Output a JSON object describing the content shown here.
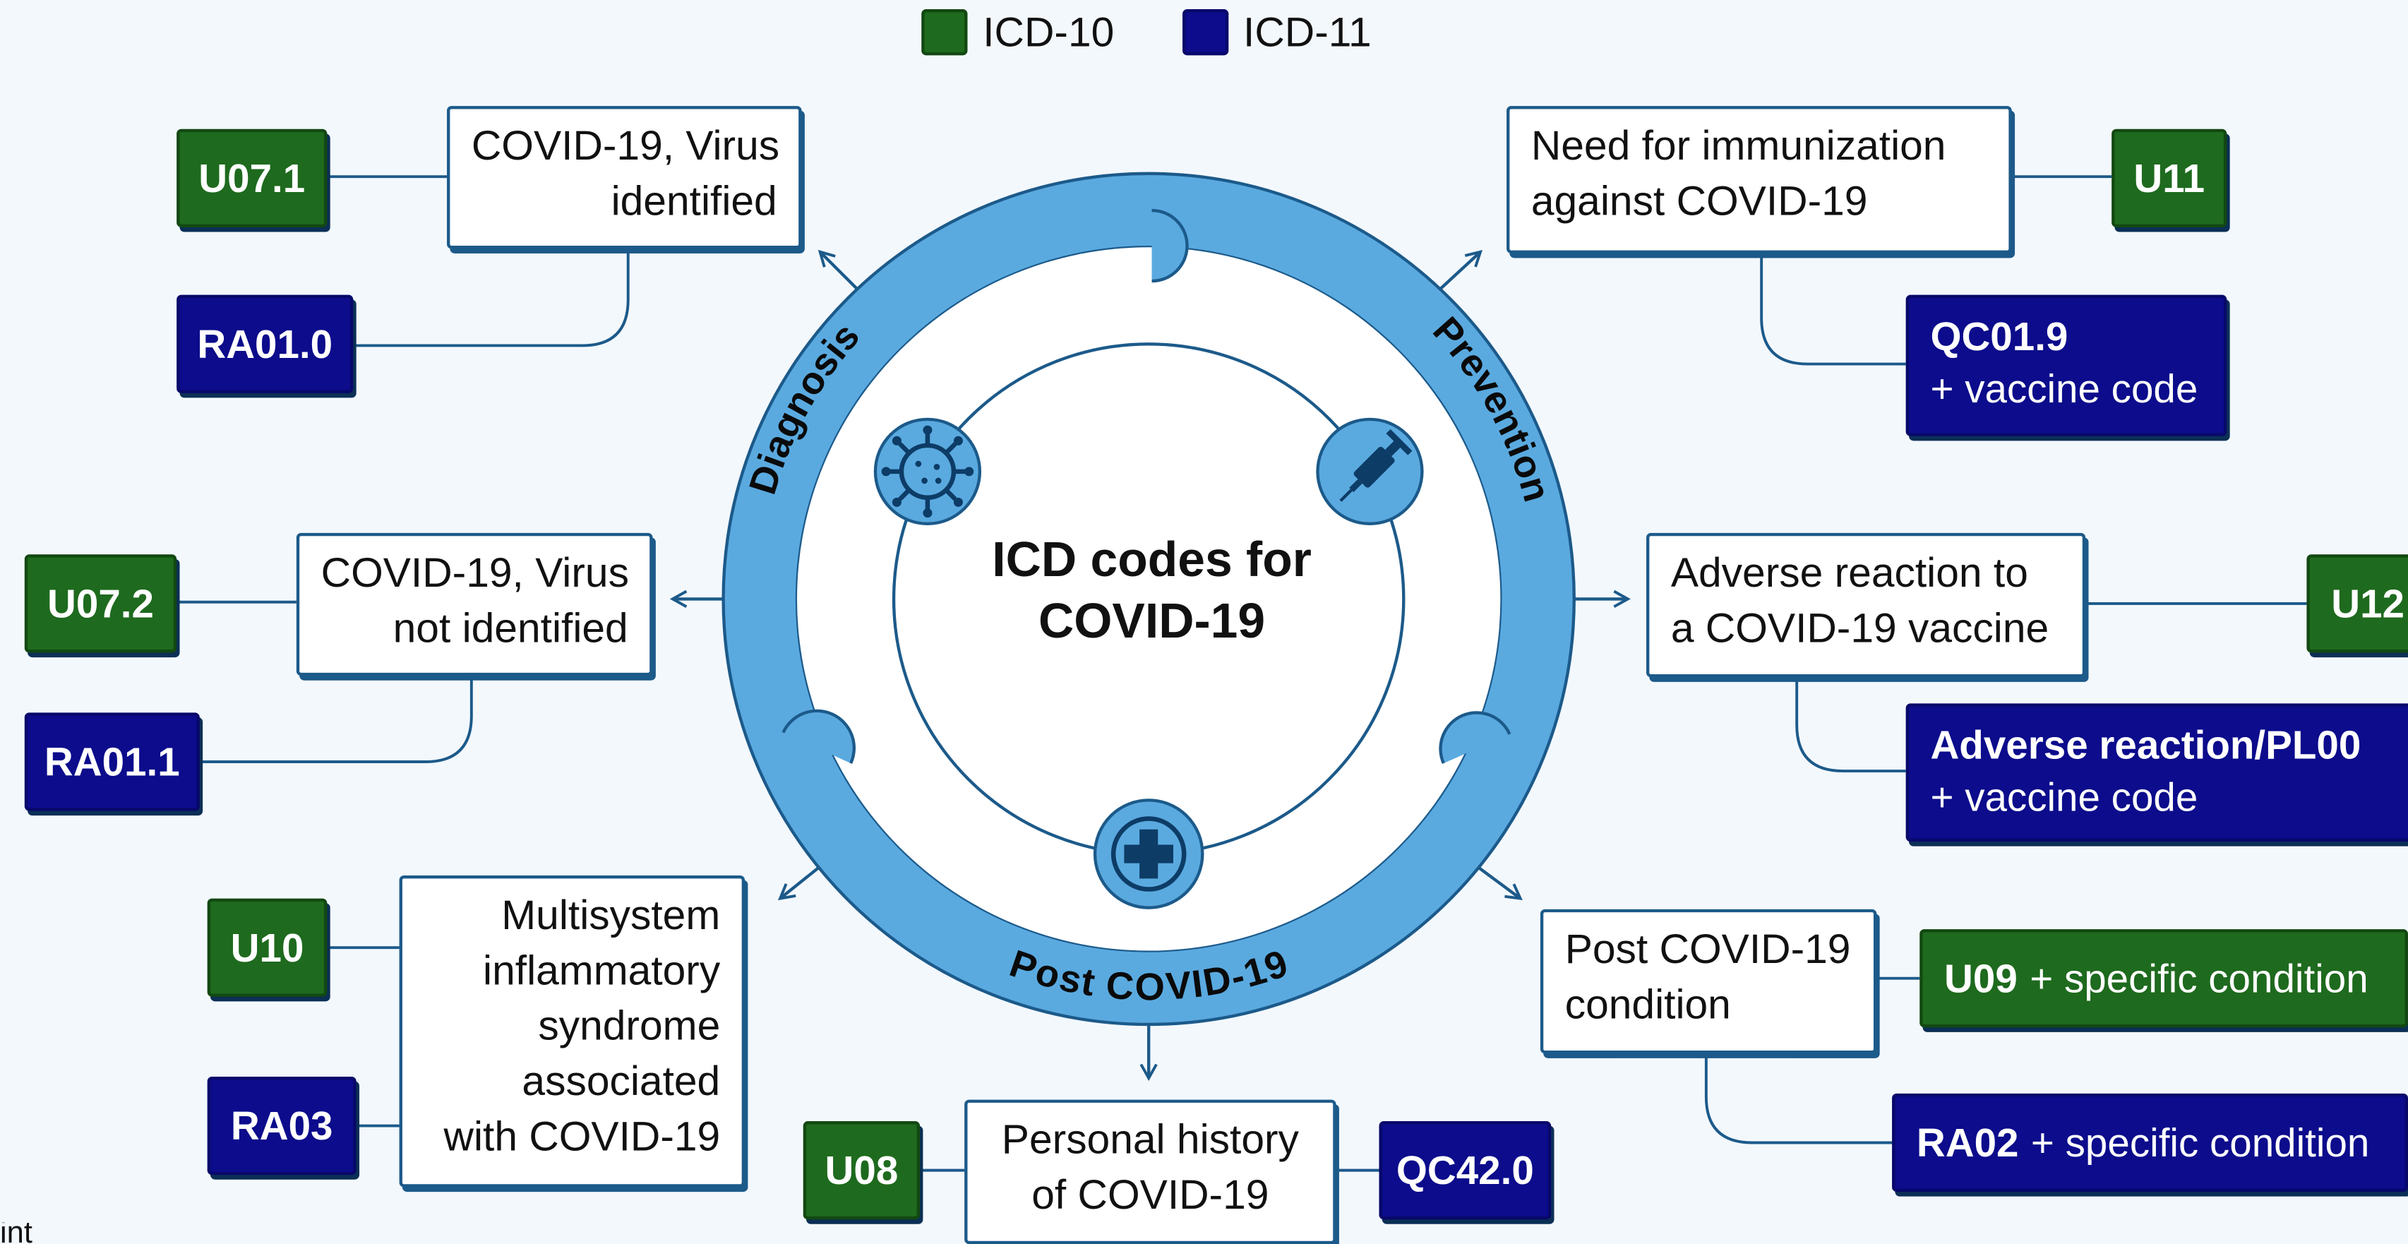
{
  "legend": {
    "icd10": "ICD-10",
    "icd11": "ICD-11"
  },
  "colors": {
    "icd10": "#1e6a1e",
    "icd11": "#0c0c8c",
    "ring": "#5aaae0",
    "line": "#1c5a8a"
  },
  "center": {
    "title_line1": "ICD codes for",
    "title_line2": "COVID-19"
  },
  "ring_labels": {
    "diagnosis": "Diagnosis",
    "prevention": "Prevention",
    "post": "Post COVID-19"
  },
  "icons": [
    "virus-icon",
    "syringe-icon",
    "medical-cross-icon"
  ],
  "diagnosis": {
    "identified": {
      "line1": "COVID-19, Virus",
      "line2": "identified",
      "icd10": "U07.1",
      "icd11": "RA01.0"
    },
    "not_identified": {
      "line1": "COVID-19, Virus",
      "line2": "not identified",
      "icd10": "U07.2",
      "icd11": "RA01.1"
    },
    "mis": {
      "line1": "Multisystem",
      "line2": "inflammatory",
      "line3": "syndrome",
      "line4": "associated",
      "line5": "with COVID-19",
      "icd10": "U10",
      "icd11": "RA03"
    }
  },
  "prevention": {
    "immunization": {
      "line1": "Need for immunization",
      "line2": "against COVID-19",
      "icd10": "U11",
      "icd11": "QC01.9",
      "icd11_suffix": "+ vaccine code"
    },
    "adverse": {
      "line1": "Adverse reaction to",
      "line2": "a COVID-19 vaccine",
      "icd10": "U12",
      "icd11": "Adverse reaction/PL00",
      "icd11_suffix": "+ vaccine code"
    }
  },
  "post": {
    "history": {
      "line1": "Personal history",
      "line2": "of COVID-19",
      "icd10": "U08",
      "icd11": "QC42.0"
    },
    "condition": {
      "line1": "Post COVID-19",
      "line2": "condition",
      "icd10": "U09",
      "icd10_suffix": "+ specific condition",
      "icd11": "RA02",
      "icd11_suffix": "+ specific condition"
    }
  },
  "footer": {
    "text": "int"
  }
}
